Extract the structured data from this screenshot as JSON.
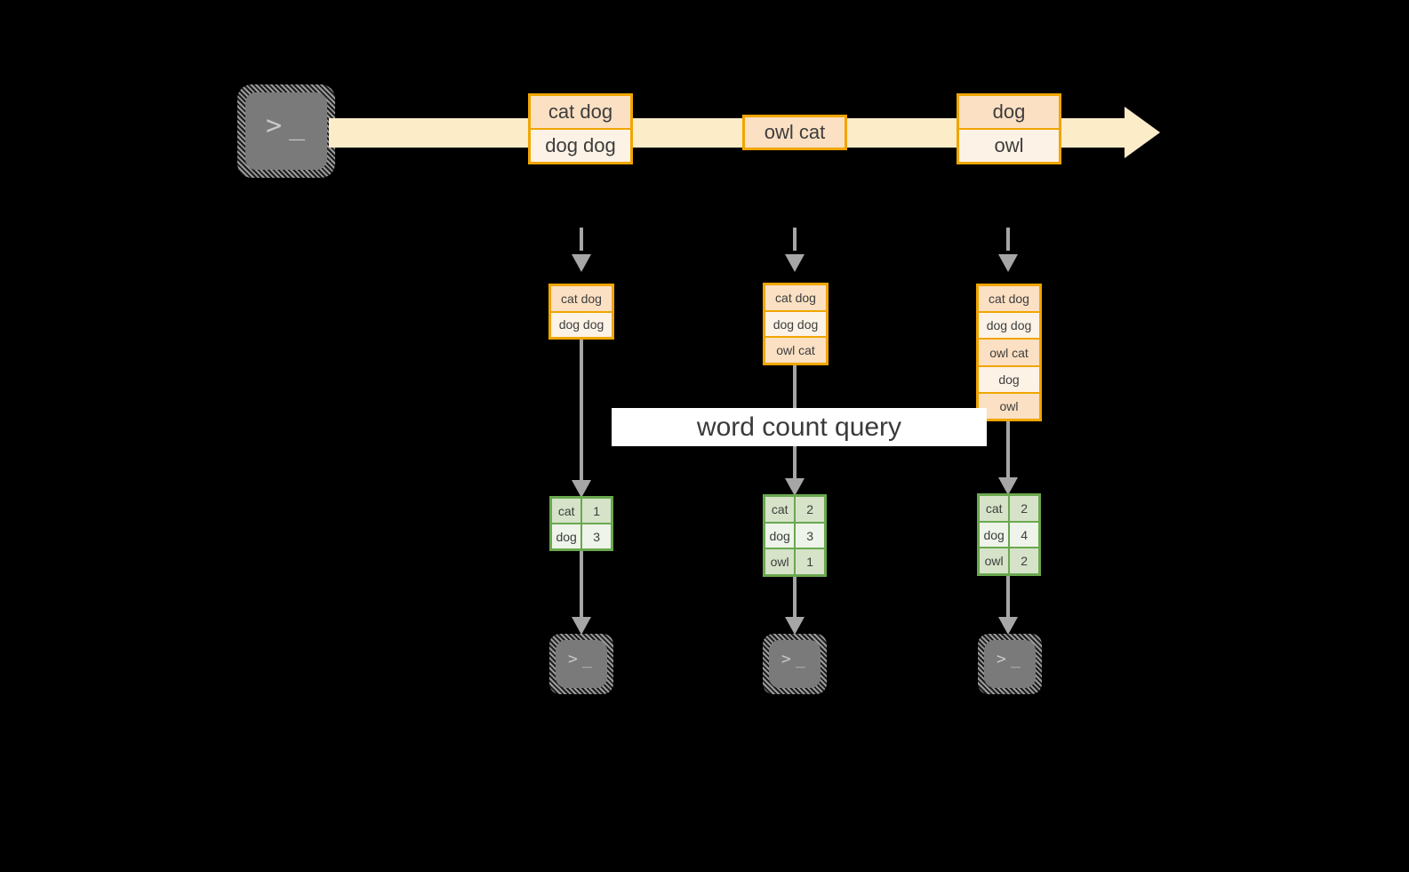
{
  "diagram": {
    "title_label": "word count query",
    "colors": {
      "background": "#000000",
      "stream_fill": "#fdecc8",
      "record_border": "#f0a500",
      "record_fill_peach": "#fbe0c3",
      "record_fill_cream": "#fdf2e6",
      "result_border": "#6aa84f",
      "result_fill_dark": "#d6e3c9",
      "result_fill_light": "#eef4e9",
      "arrow_gray": "#a6a6a6",
      "terminal_body": "#7a7a7a",
      "label_bg": "#ffffff",
      "text": "#3d3d3d"
    }
  },
  "producer": {
    "icon": "terminal-icon",
    "prompt_glyph": ">",
    "cursor_glyph": "_"
  },
  "stream": {
    "name": "append-only-log",
    "records": [
      {
        "lines": [
          "cat dog",
          "dog dog"
        ]
      },
      {
        "lines": [
          "owl cat"
        ]
      },
      {
        "lines": [
          "dog",
          "owl"
        ]
      }
    ]
  },
  "snapshots": [
    {
      "name": "snapshot-1",
      "log_lines": [
        "cat dog",
        "dog dog"
      ],
      "result": {
        "rows": [
          {
            "word": "cat",
            "count": "1"
          },
          {
            "word": "dog",
            "count": "3"
          }
        ]
      },
      "consumer": {
        "icon": "terminal-icon",
        "prompt_glyph": ">",
        "cursor_glyph": "_"
      }
    },
    {
      "name": "snapshot-2",
      "log_lines": [
        "cat dog",
        "dog dog",
        "owl cat"
      ],
      "result": {
        "rows": [
          {
            "word": "cat",
            "count": "2"
          },
          {
            "word": "dog",
            "count": "3"
          },
          {
            "word": "owl",
            "count": "1"
          }
        ]
      },
      "consumer": {
        "icon": "terminal-icon",
        "prompt_glyph": ">",
        "cursor_glyph": "_"
      }
    },
    {
      "name": "snapshot-3",
      "log_lines": [
        "cat dog",
        "dog dog",
        "owl cat",
        "dog",
        "owl"
      ],
      "result": {
        "rows": [
          {
            "word": "cat",
            "count": "2"
          },
          {
            "word": "dog",
            "count": "4"
          },
          {
            "word": "owl",
            "count": "2"
          }
        ]
      },
      "consumer": {
        "icon": "terminal-icon",
        "prompt_glyph": ">",
        "cursor_glyph": "_"
      }
    }
  ]
}
